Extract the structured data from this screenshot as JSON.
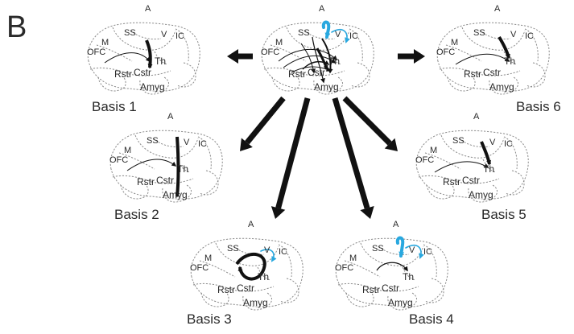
{
  "panel_label": "B",
  "region_labels": {
    "a": "A",
    "ss": "SS",
    "v": "V",
    "ic": "IC",
    "m": "M",
    "ofc": "OFC",
    "th": "Th",
    "rstr": "Rstr",
    "cstr": "Cstr",
    "amyg": "Amyg"
  },
  "brains": [
    {
      "id": "center",
      "caption": ""
    },
    {
      "id": "basis-1",
      "caption": "Basis 1"
    },
    {
      "id": "basis-6",
      "caption": "Basis 6"
    },
    {
      "id": "basis-2",
      "caption": "Basis 2"
    },
    {
      "id": "basis-5",
      "caption": "Basis 5"
    },
    {
      "id": "basis-3",
      "caption": "Basis 3"
    },
    {
      "id": "basis-4",
      "caption": "Basis 4"
    }
  ],
  "colors": {
    "outline": "#8c8c8c",
    "pathway": "#111111",
    "highlight": "#29a8df"
  }
}
